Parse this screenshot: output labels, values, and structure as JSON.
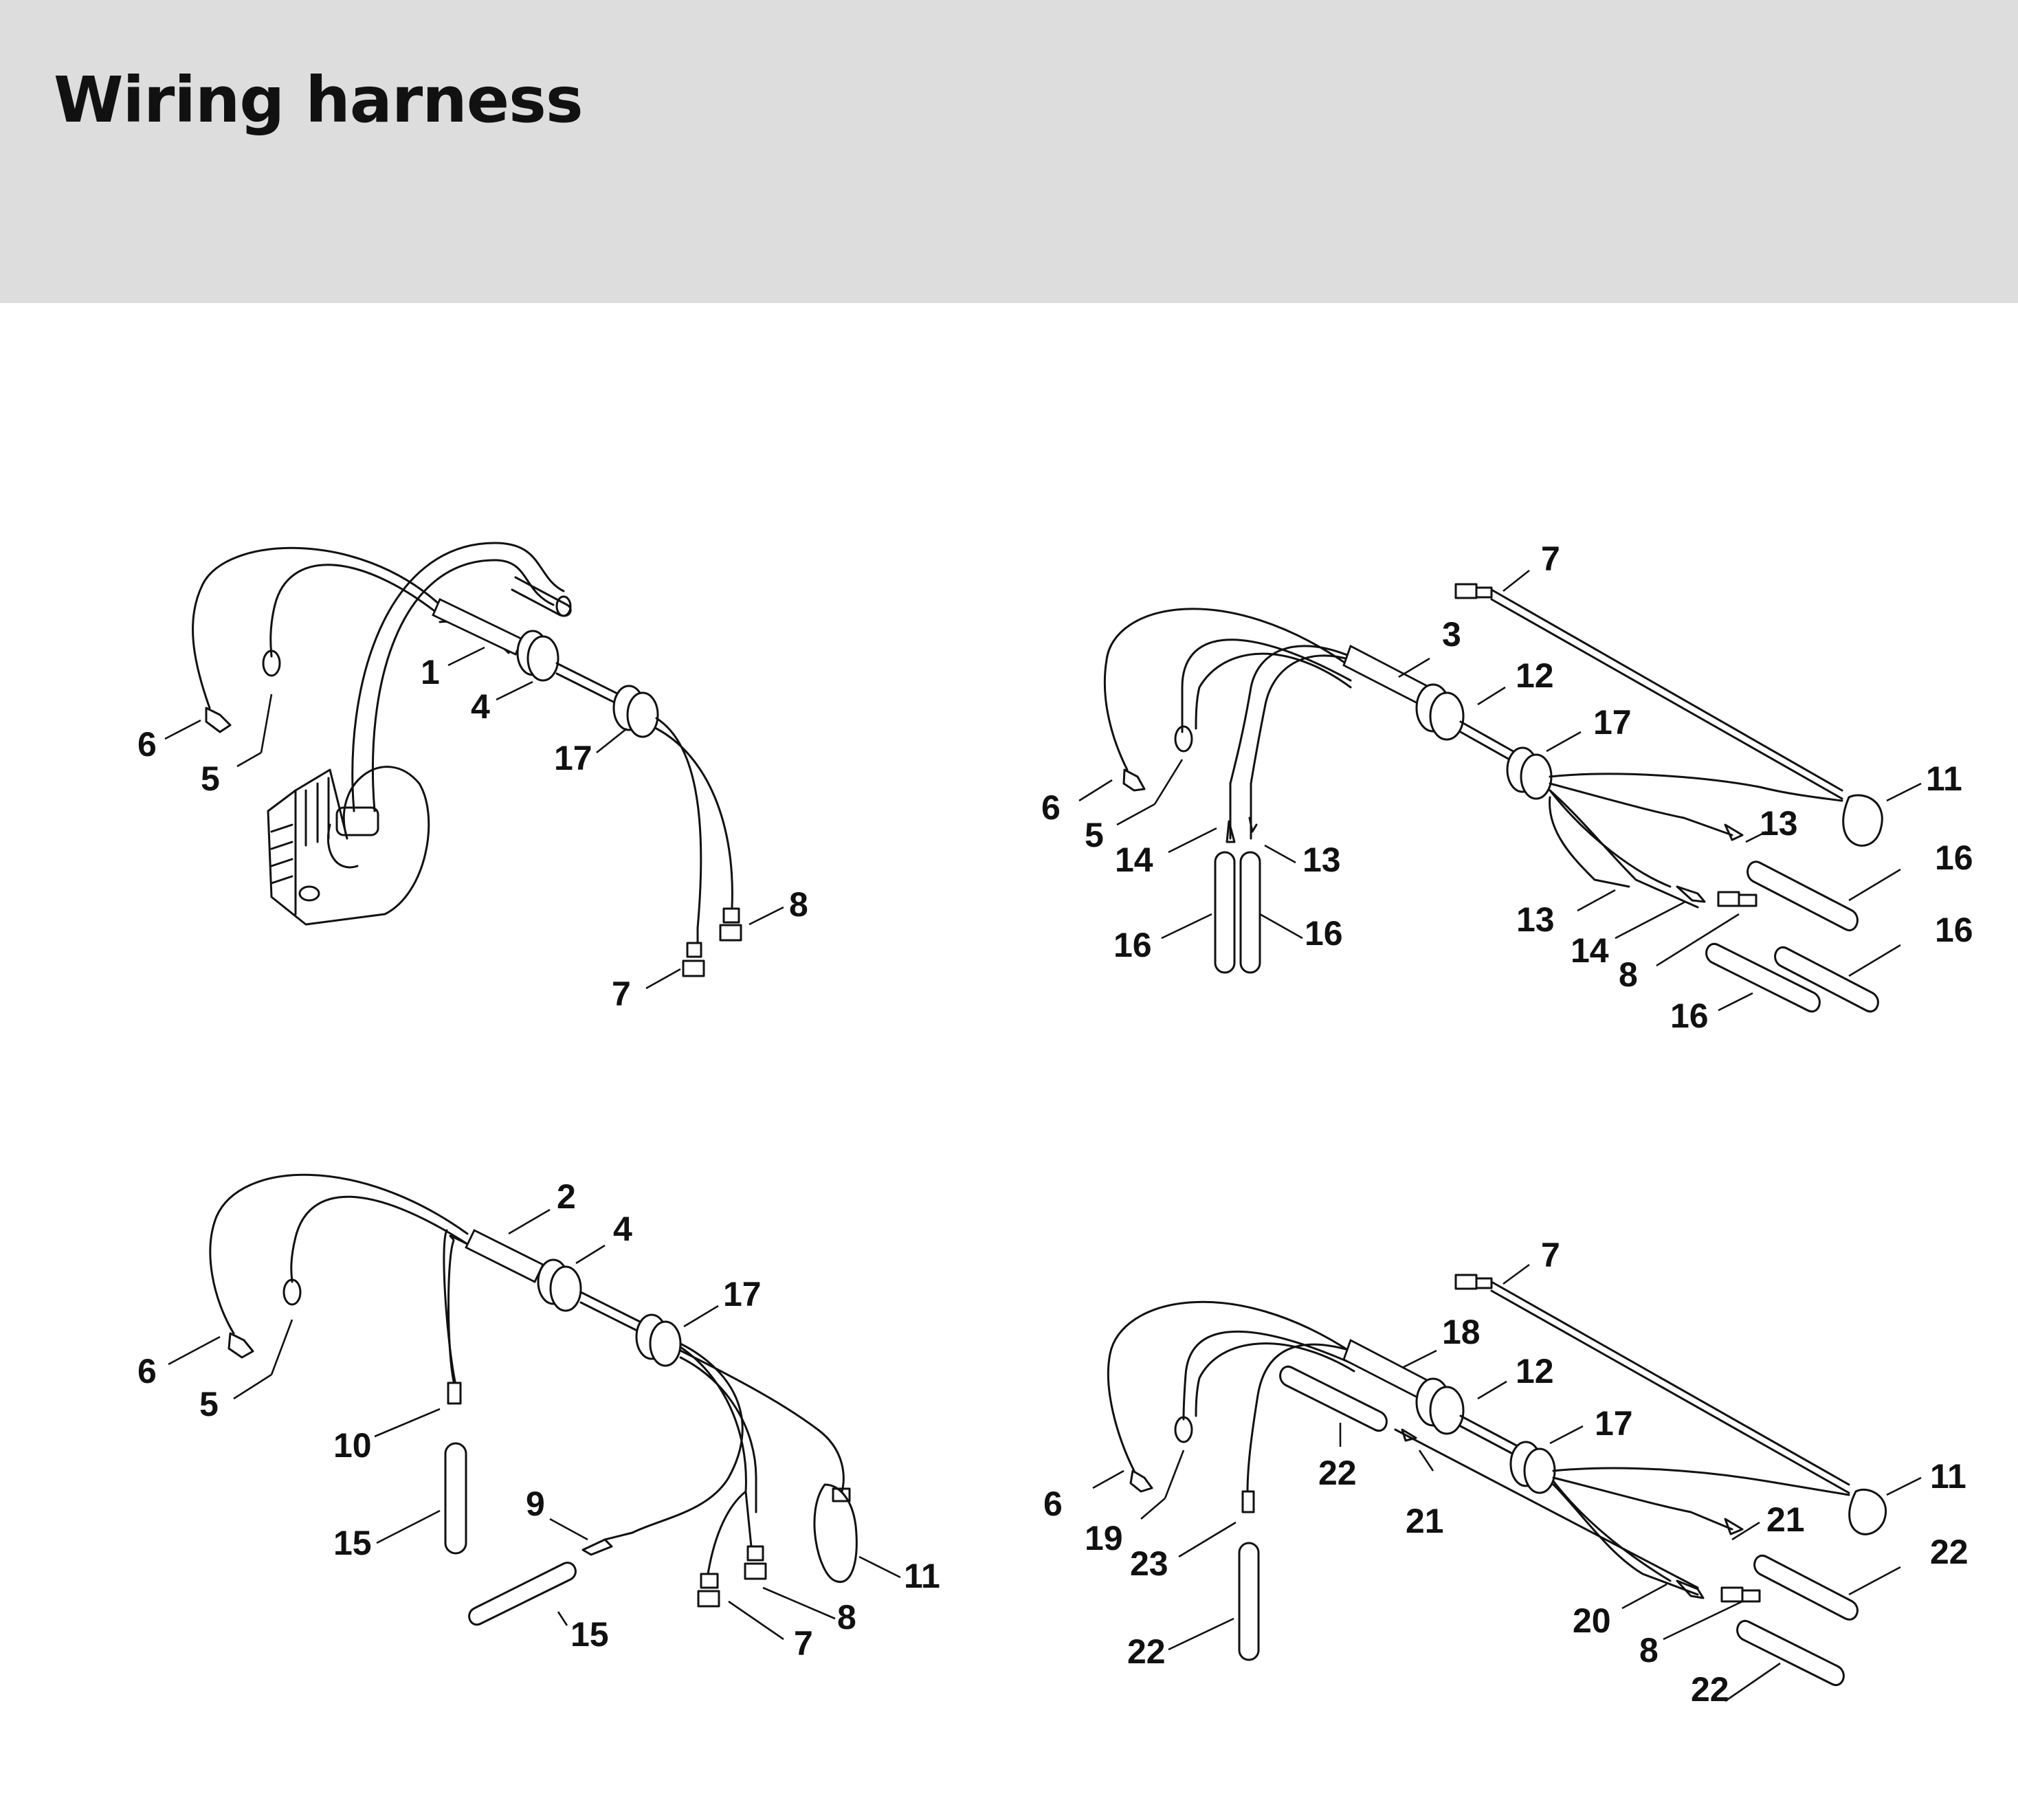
{
  "title": "Wiring harness",
  "callouts": {
    "tl": [
      "1",
      "4",
      "17",
      "6",
      "5",
      "8",
      "7"
    ],
    "tr": [
      "7",
      "3",
      "12",
      "17",
      "11",
      "13",
      "6",
      "5",
      "14",
      "13",
      "16",
      "16",
      "16",
      "13",
      "14",
      "8",
      "16",
      "16"
    ],
    "bl": [
      "2",
      "4",
      "17",
      "6",
      "5",
      "10",
      "9",
      "15",
      "15",
      "11",
      "8",
      "7"
    ],
    "br": [
      "7",
      "18",
      "12",
      "17",
      "11",
      "6",
      "19",
      "23",
      "22",
      "22",
      "21",
      "21",
      "20",
      "8",
      "22",
      "22"
    ]
  }
}
